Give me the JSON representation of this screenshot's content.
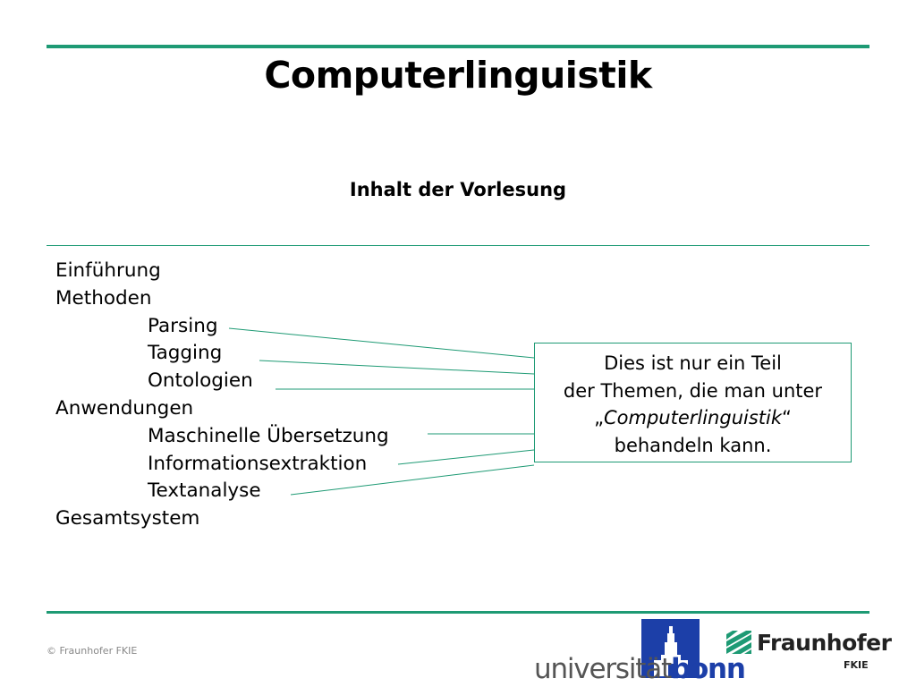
{
  "slide": {
    "title": "Computerlinguistik",
    "subtitle": "Inhalt der Vorlesung"
  },
  "outline": [
    {
      "label": "Einführung",
      "level": 1
    },
    {
      "label": "Methoden",
      "level": 1
    },
    {
      "label": "Parsing",
      "level": 2
    },
    {
      "label": "Tagging",
      "level": 2
    },
    {
      "label": "Ontologien",
      "level": 2
    },
    {
      "label": "Anwendungen",
      "level": 1
    },
    {
      "label": "Maschinelle Übersetzung",
      "level": 2
    },
    {
      "label": "Informationsextraktion",
      "level": 2
    },
    {
      "label": "Textanalyse",
      "level": 2
    },
    {
      "label": "Gesamtsystem",
      "level": 1
    }
  ],
  "note": {
    "line1": "Dies ist nur ein Teil",
    "line2": "der Themen, die man unter",
    "open_quote": "„",
    "emphasis": "Computerlinguistik",
    "close_quote": "“",
    "line4": "behandeln kann."
  },
  "footer": {
    "copyright": "© Fraunhofer FKIE",
    "university_logo_prefix": "universität",
    "university_logo_suffix": "bonn",
    "fraunhofer_name": "Fraunhofer",
    "fraunhofer_unit": "FKIE"
  },
  "colors": {
    "accent": "#1e9a74",
    "bonn_blue": "#1c3fa8"
  }
}
